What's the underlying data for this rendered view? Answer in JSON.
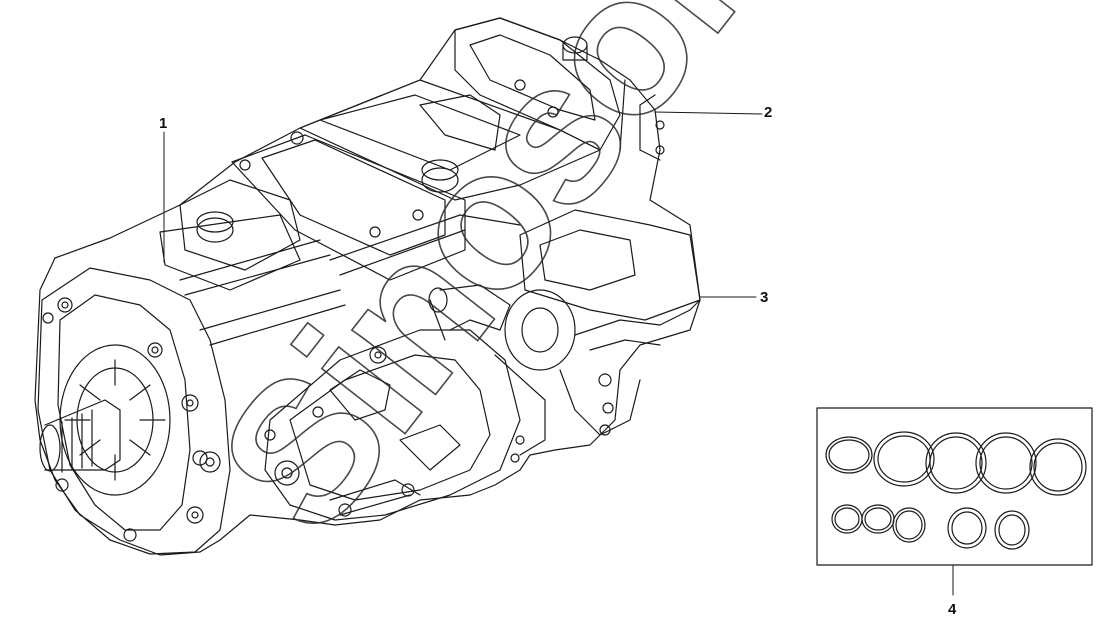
{
  "diagram": {
    "callouts": [
      "1",
      "2",
      "3",
      "4"
    ],
    "watermark": "Sinosoft",
    "colors": {
      "line": "#1a1a1a",
      "watermark": "#2a2a2a",
      "background": "#ffffff"
    }
  }
}
